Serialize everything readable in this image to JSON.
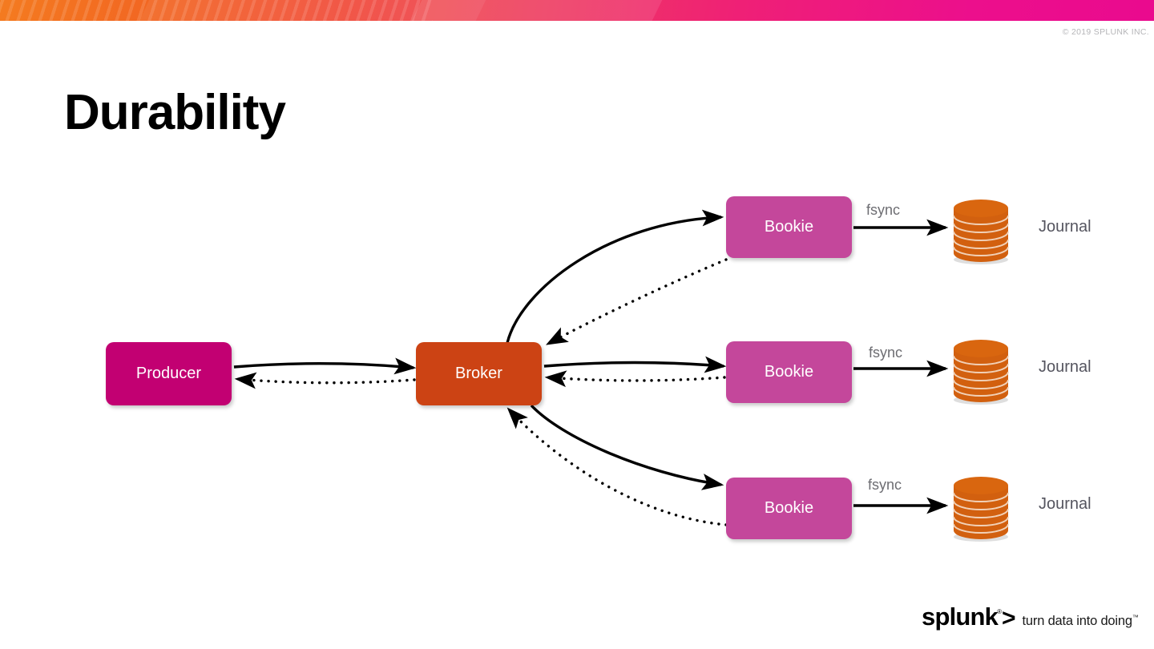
{
  "slide": {
    "title": "Durability",
    "copyright": "© 2019 SPLUNK INC."
  },
  "topbar": {
    "gradient_from": "#f47b20",
    "gradient_to": "#ec0f8c"
  },
  "diagram": {
    "nodes": {
      "producer": {
        "label": "Producer",
        "color": "#c20072"
      },
      "broker": {
        "label": "Broker",
        "color": "#cc4314"
      },
      "bookies": [
        {
          "label": "Bookie",
          "color": "#c4479b"
        },
        {
          "label": "Bookie",
          "color": "#c4479b"
        },
        {
          "label": "Bookie",
          "color": "#c4479b"
        }
      ],
      "journals": [
        {
          "label": "Journal",
          "color": "#d2600f",
          "disks": 6
        },
        {
          "label": "Journal",
          "color": "#d2600f",
          "disks": 6
        },
        {
          "label": "Journal",
          "color": "#d2600f",
          "disks": 6
        }
      ]
    },
    "edge_labels": {
      "fsync": [
        "fsync",
        "fsync",
        "fsync"
      ]
    },
    "edges": [
      {
        "from": "producer",
        "to": "broker",
        "style": "solid",
        "direction": "forward"
      },
      {
        "from": "broker",
        "to": "producer",
        "style": "dotted",
        "direction": "forward"
      },
      {
        "from": "broker",
        "to": "bookie-0",
        "style": "solid",
        "direction": "forward"
      },
      {
        "from": "bookie-0",
        "to": "broker",
        "style": "dotted",
        "direction": "forward"
      },
      {
        "from": "broker",
        "to": "bookie-1",
        "style": "solid",
        "direction": "forward"
      },
      {
        "from": "bookie-1",
        "to": "broker",
        "style": "dotted",
        "direction": "forward"
      },
      {
        "from": "broker",
        "to": "bookie-2",
        "style": "solid",
        "direction": "forward"
      },
      {
        "from": "bookie-2",
        "to": "broker",
        "style": "dotted",
        "direction": "forward"
      },
      {
        "from": "bookie-0",
        "to": "journal-0",
        "style": "solid",
        "direction": "forward",
        "label": "fsync"
      },
      {
        "from": "bookie-1",
        "to": "journal-1",
        "style": "solid",
        "direction": "forward",
        "label": "fsync"
      },
      {
        "from": "bookie-2",
        "to": "journal-2",
        "style": "solid",
        "direction": "forward",
        "label": "fsync"
      }
    ]
  },
  "footer": {
    "logo_word": "splunk",
    "logo_registered": "®",
    "logo_chevron": ">",
    "logo_tagline": "turn data into doing",
    "logo_tm": "™"
  }
}
